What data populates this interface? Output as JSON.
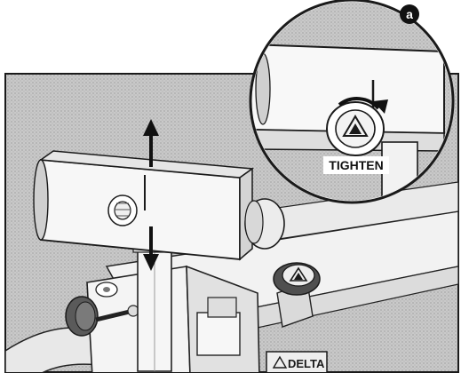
{
  "figure": {
    "callout_letter": "a",
    "callout_label": "TIGHTEN",
    "brand_plate": "DELTA"
  },
  "colors": {
    "ink": "#1a1a1a",
    "line": "#222222",
    "paper": "#ffffff",
    "background_gray": "#bdbdbd",
    "light_gray": "#d9d9d9",
    "dark_gray": "#5a5a5a"
  },
  "icons": [
    "up-arrow-icon",
    "down-arrow-icon",
    "rotation-arrow-icon",
    "delta-logo-icon"
  ]
}
